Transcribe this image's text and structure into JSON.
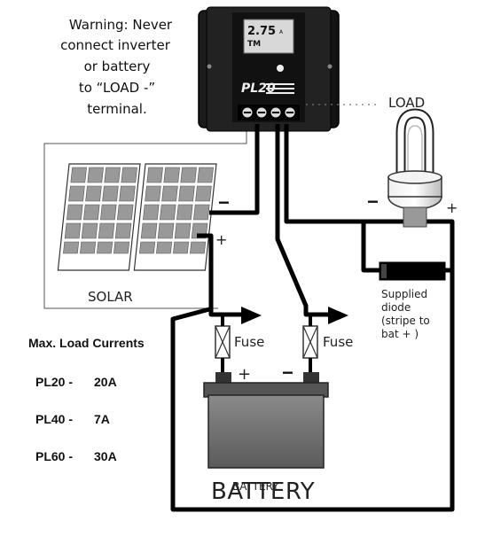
{
  "warning": {
    "line1": "Warning: Never",
    "line2": "connect inverter",
    "line3": "or battery",
    "line4": "to “LOAD -”",
    "line5": "terminal."
  },
  "controller": {
    "screen_line1": "2.75",
    "screen_line2": "A",
    "screen_line3": "TM",
    "model": "PL20"
  },
  "labels": {
    "load": "LOAD",
    "solar": "SOLAR",
    "battery": "BATTERY",
    "battery_small": "BATTERY",
    "fuse_left": "Fuse",
    "fuse_right": "Fuse",
    "diode_line1": "Supplied",
    "diode_line2": "diode",
    "diode_line3": "(stripe to",
    "diode_line4": "bat + )",
    "plus": "+",
    "minus": "−"
  },
  "load_currents": {
    "title": "Max. Load Currents",
    "rows": [
      {
        "model": "PL20 -",
        "current": "20A"
      },
      {
        "model": "PL40 -",
        "current": "7A"
      },
      {
        "model": "PL60 -",
        "current": "30A"
      }
    ]
  }
}
